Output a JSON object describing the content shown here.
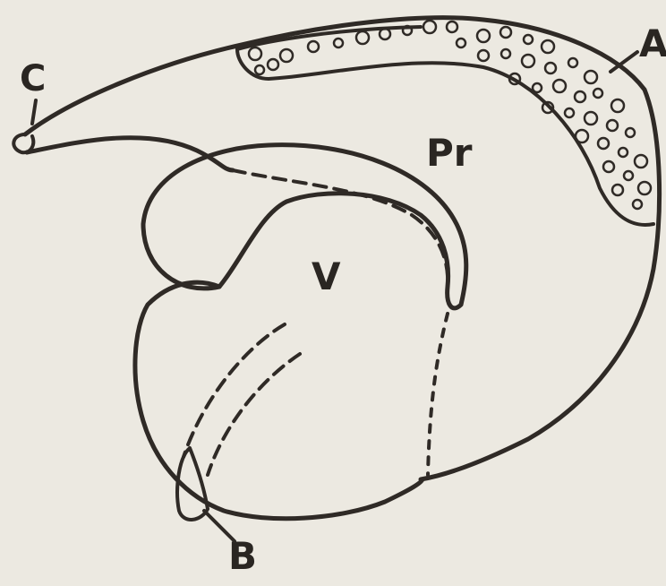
{
  "labels": {
    "A": "A",
    "B": "B",
    "C": "C",
    "Pr": "Pr",
    "V": "V"
  },
  "ink_color": "#2f2a26",
  "background_color": "#ece9e1"
}
